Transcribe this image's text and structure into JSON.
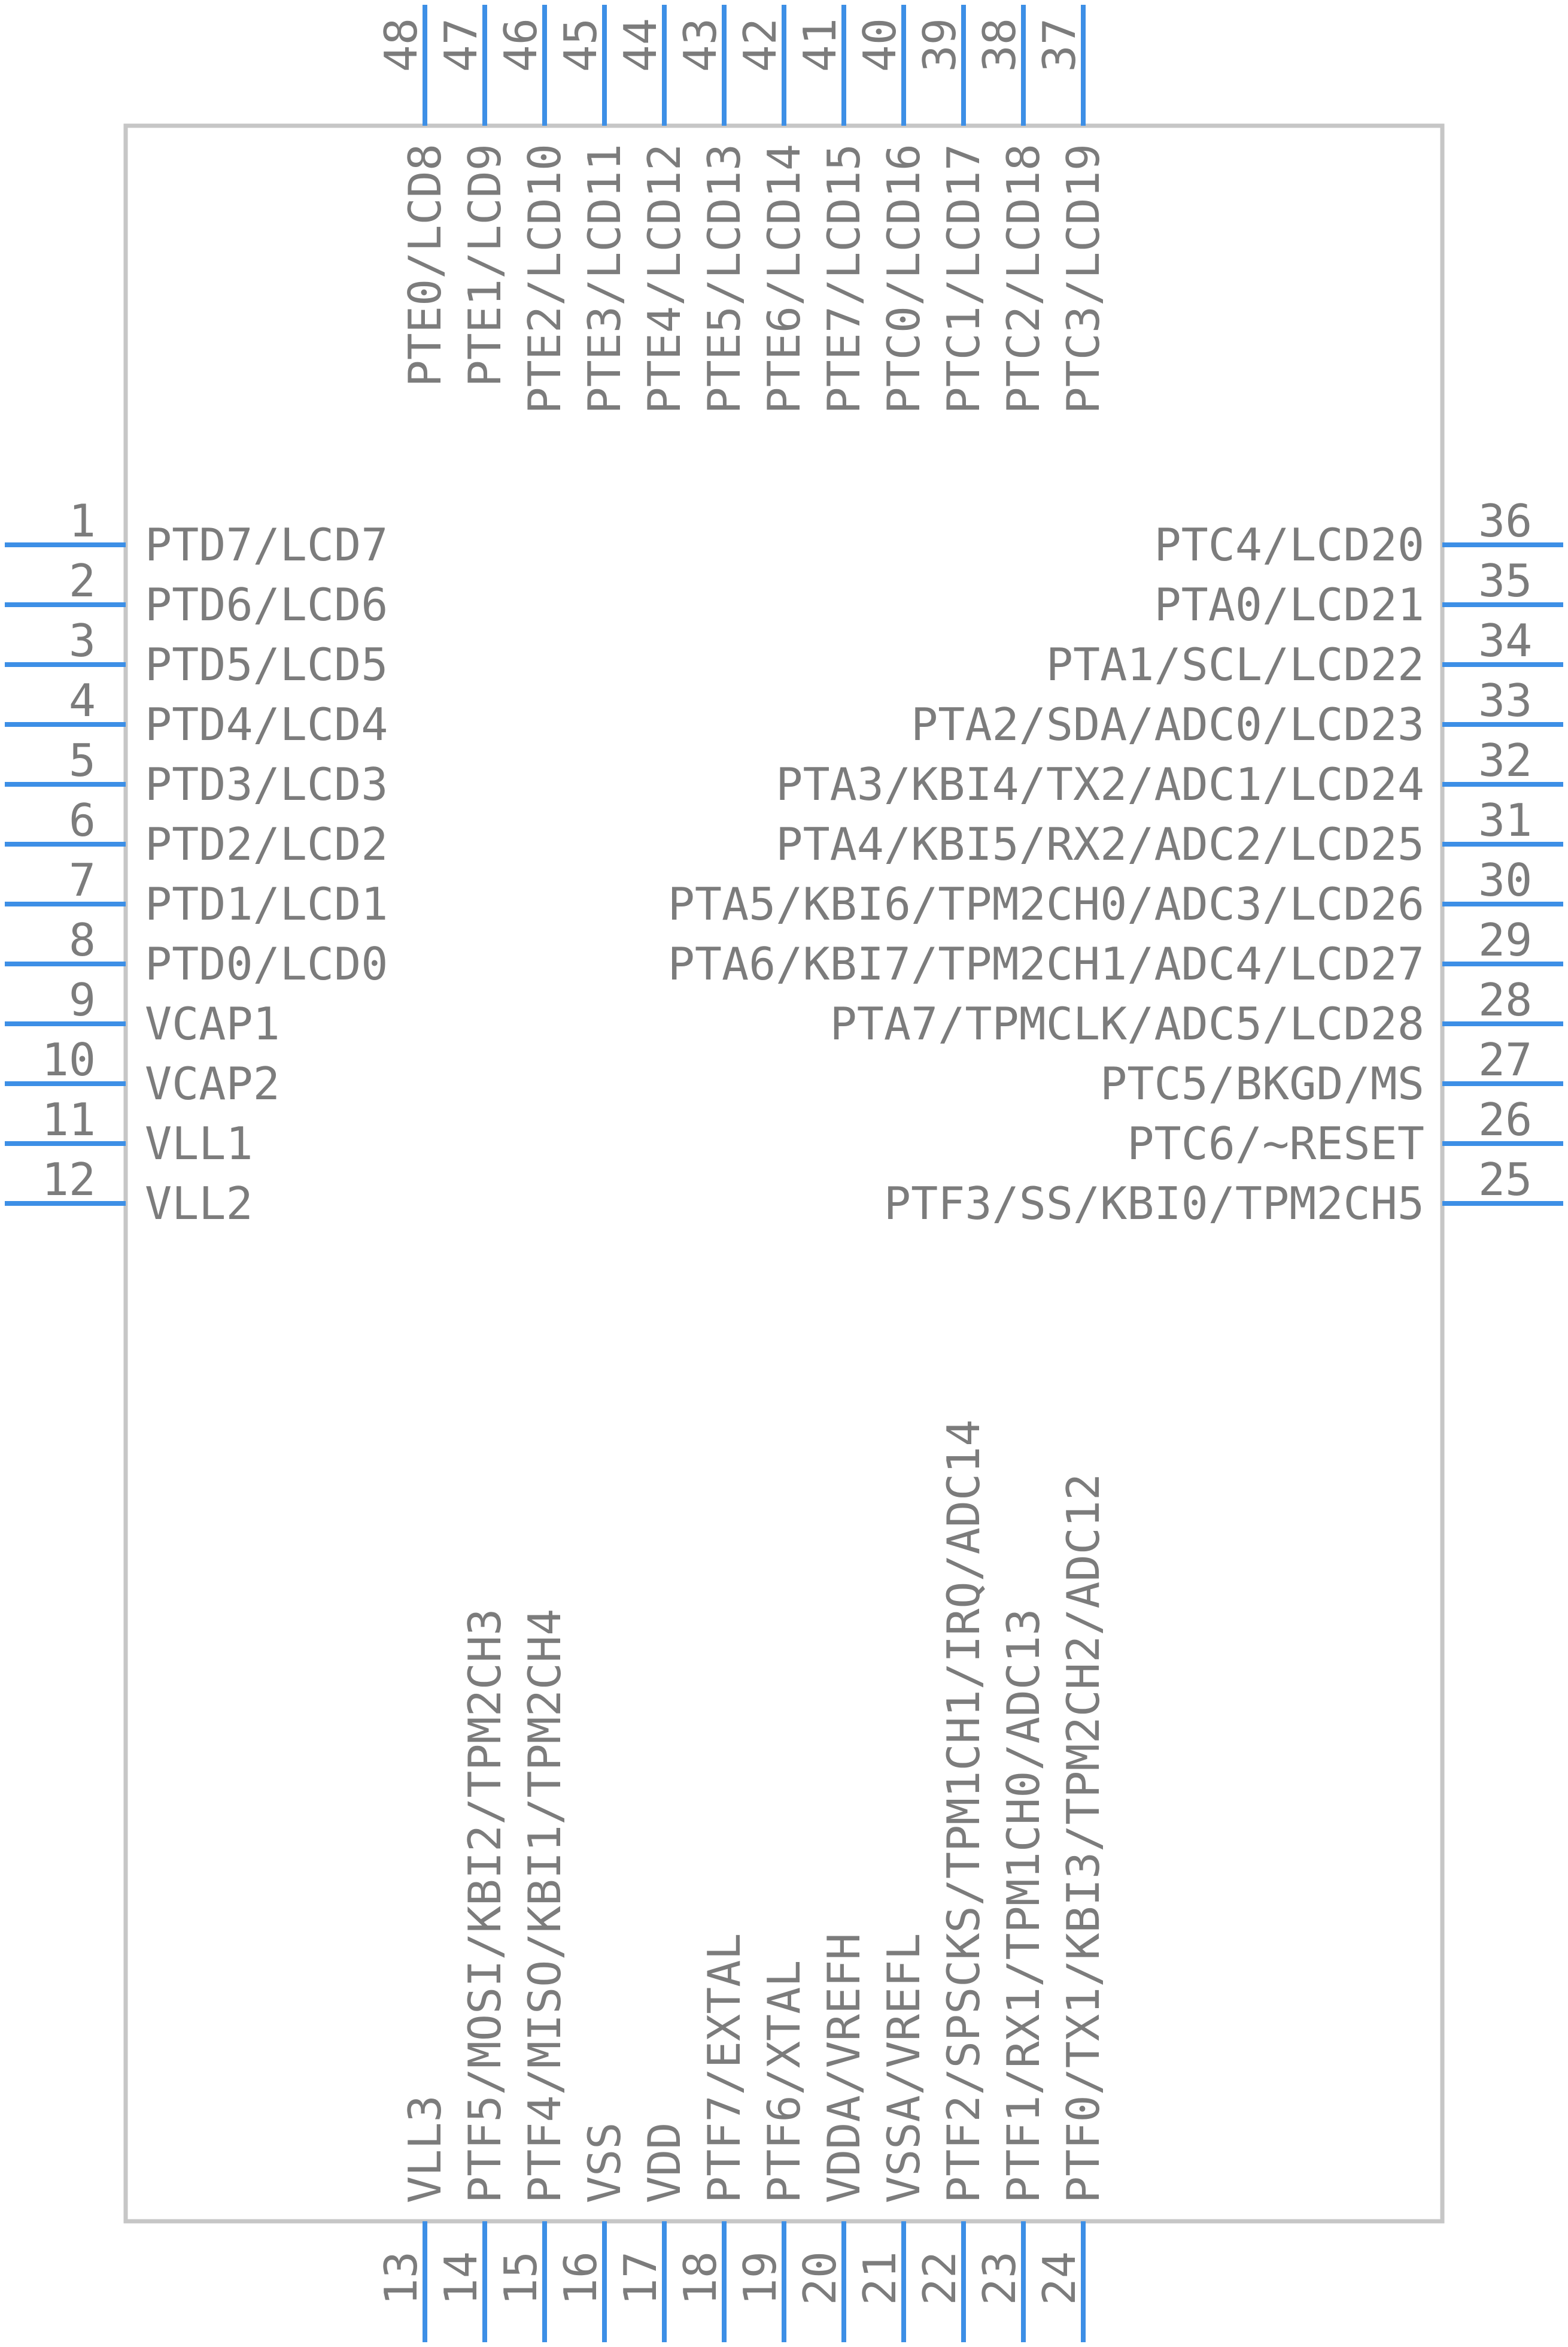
{
  "colors": {
    "body_outline": "#c6c6c6",
    "pin_line": "#3d8fe6",
    "text": "#7c7c7c",
    "background": "#ffffff"
  },
  "pins": {
    "left": [
      {
        "number": "1",
        "name": "PTD7/LCD7"
      },
      {
        "number": "2",
        "name": "PTD6/LCD6"
      },
      {
        "number": "3",
        "name": "PTD5/LCD5"
      },
      {
        "number": "4",
        "name": "PTD4/LCD4"
      },
      {
        "number": "5",
        "name": "PTD3/LCD3"
      },
      {
        "number": "6",
        "name": "PTD2/LCD2"
      },
      {
        "number": "7",
        "name": "PTD1/LCD1"
      },
      {
        "number": "8",
        "name": "PTD0/LCD0"
      },
      {
        "number": "9",
        "name": "VCAP1"
      },
      {
        "number": "10",
        "name": "VCAP2"
      },
      {
        "number": "11",
        "name": "VLL1"
      },
      {
        "number": "12",
        "name": "VLL2"
      }
    ],
    "bottom": [
      {
        "number": "13",
        "name": "VLL3"
      },
      {
        "number": "14",
        "name": "PTF5/MOSI/KBI2/TPM2CH3"
      },
      {
        "number": "15",
        "name": "PTF4/MISO/KBI1/TPM2CH4"
      },
      {
        "number": "16",
        "name": "VSS"
      },
      {
        "number": "17",
        "name": "VDD"
      },
      {
        "number": "18",
        "name": "PTF7/EXTAL"
      },
      {
        "number": "19",
        "name": "PTF6/XTAL"
      },
      {
        "number": "20",
        "name": "VDDA/VREFH"
      },
      {
        "number": "21",
        "name": "VSSA/VREFL"
      },
      {
        "number": "22",
        "name": "PTF2/SPSCKS/TPM1CH1/IRQ/ADC14"
      },
      {
        "number": "23",
        "name": "PTF1/RX1/TPM1CH0/ADC13"
      },
      {
        "number": "24",
        "name": "PTF0/TX1/KBI3/TPM2CH2/ADC12"
      }
    ],
    "right": [
      {
        "number": "25",
        "name": "PTF3/SS/KBI0/TPM2CH5"
      },
      {
        "number": "26",
        "name": "PTC6/~RESET"
      },
      {
        "number": "27",
        "name": "PTC5/BKGD/MS"
      },
      {
        "number": "28",
        "name": "PTA7/TPMCLK/ADC5/LCD28"
      },
      {
        "number": "29",
        "name": "PTA6/KBI7/TPM2CH1/ADC4/LCD27"
      },
      {
        "number": "30",
        "name": "PTA5/KBI6/TPM2CH0/ADC3/LCD26"
      },
      {
        "number": "31",
        "name": "PTA4/KBI5/RX2/ADC2/LCD25"
      },
      {
        "number": "32",
        "name": "PTA3/KBI4/TX2/ADC1/LCD24"
      },
      {
        "number": "33",
        "name": "PTA2/SDA/ADC0/LCD23"
      },
      {
        "number": "34",
        "name": "PTA1/SCL/LCD22"
      },
      {
        "number": "35",
        "name": "PTA0/LCD21"
      },
      {
        "number": "36",
        "name": "PTC4/LCD20"
      }
    ],
    "top": [
      {
        "number": "37",
        "name": "PTC3/LCD19"
      },
      {
        "number": "38",
        "name": "PTC2/LCD18"
      },
      {
        "number": "39",
        "name": "PTC1/LCD17"
      },
      {
        "number": "40",
        "name": "PTC0/LCD16"
      },
      {
        "number": "41",
        "name": "PTE7/LCD15"
      },
      {
        "number": "42",
        "name": "PTE6/LCD14"
      },
      {
        "number": "43",
        "name": "PTE5/LCD13"
      },
      {
        "number": "44",
        "name": "PTE4/LCD12"
      },
      {
        "number": "45",
        "name": "PTE3/LCD11"
      },
      {
        "number": "46",
        "name": "PTE2/LCD10"
      },
      {
        "number": "47",
        "name": "PTE1/LCD9"
      },
      {
        "number": "48",
        "name": "PTE0/LCD8"
      }
    ]
  }
}
